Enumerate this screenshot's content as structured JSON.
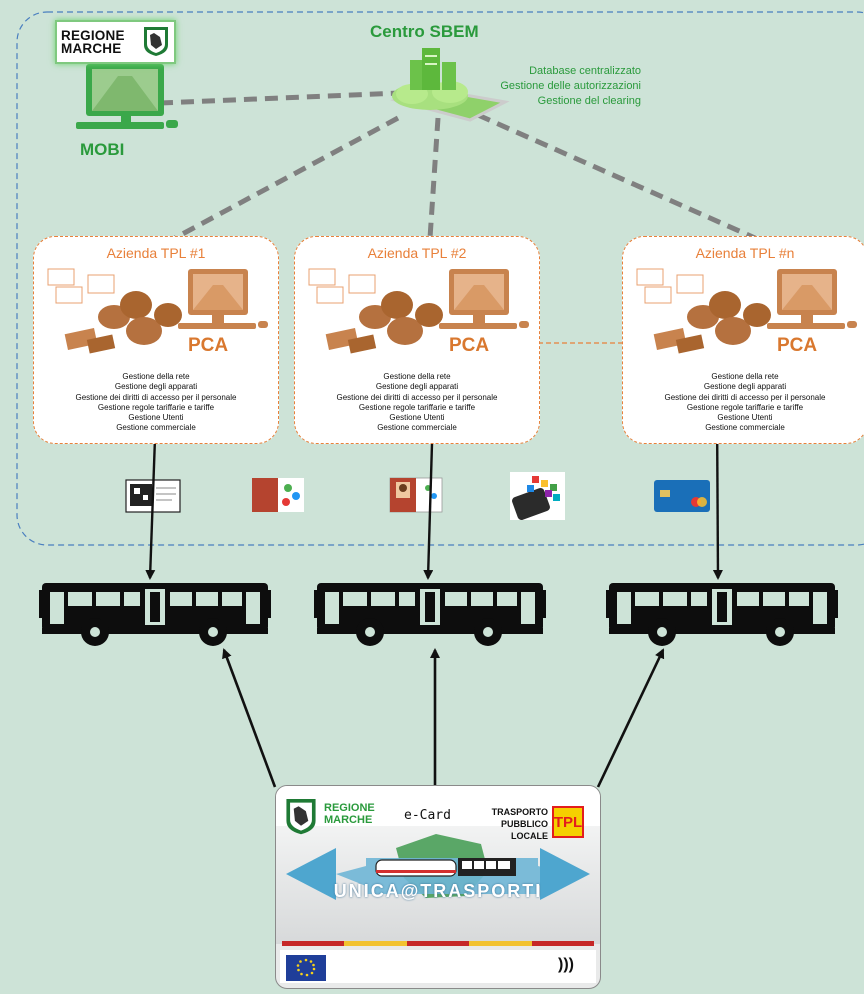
{
  "centro": {
    "title": "Centro SBEM",
    "functions": [
      "Database centralizzato",
      "Gestione delle autorizzazioni",
      "Gestione del clearing"
    ]
  },
  "logo": {
    "line1": "REGIONE",
    "line2": "MARCHE"
  },
  "mobi": {
    "label": "MOBI"
  },
  "aziende": [
    {
      "title": "Azienda TPL #1",
      "pca": "PCA"
    },
    {
      "title": "Azienda TPL #2",
      "pca": "PCA"
    },
    {
      "title": "Azienda TPL #n",
      "pca": "PCA"
    }
  ],
  "azienda_functions": [
    "Gestione della rete",
    "Gestione degli apparati",
    "Gestione dei diritti di accesso per il personale",
    "Gestione regole tariffarie e tariffe",
    "Gestione Utenti",
    "Gestione commerciale"
  ],
  "card": {
    "regione_line1": "REGIONE",
    "regione_line2": "MARCHE",
    "ecard": "e-Card",
    "tpl_line1": "TRASPORTO",
    "tpl_line2": "PUBBLICO",
    "tpl_line3": "LOCALE",
    "tpl_logo": "TPL",
    "name": "UNICA@TRASPORTI",
    "nfc_symbol": ")))"
  },
  "media_icons": [
    "qr-ticket-icon",
    "personal-card-icon",
    "photo-id-card-icon",
    "smartphone-apps-icon",
    "bank-card-icon"
  ],
  "colors": {
    "background": "#cde3d7",
    "green": "#2a9a3c",
    "orange": "#e8803a",
    "dashed_border": "#4a7fbf"
  }
}
